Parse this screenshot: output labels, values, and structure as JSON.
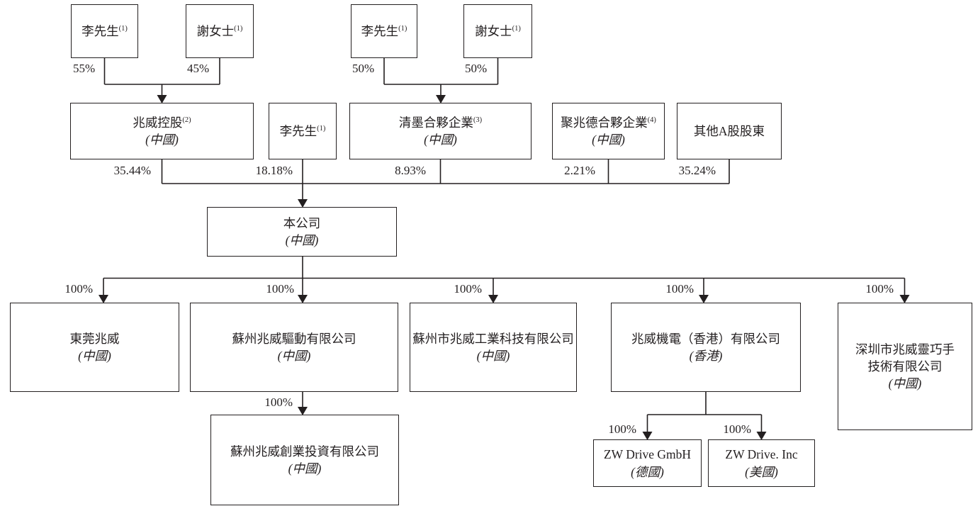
{
  "diagram": {
    "type": "corporate-shareholding-structure",
    "colors": {
      "line": "#231f20",
      "box_border": "#231f20",
      "background": "#ffffff",
      "text": "#231f20"
    },
    "nodes": {
      "li_tl": {
        "label": "李先生",
        "sup": "(1)"
      },
      "xie_tl": {
        "label": "謝女士",
        "sup": "(1)"
      },
      "li_tr": {
        "label": "李先生",
        "sup": "(1)"
      },
      "xie_tr": {
        "label": "謝女士",
        "sup": "(1)"
      },
      "holdings": {
        "label": "兆威控股",
        "sup": "(2)",
        "country": "(中國)"
      },
      "li_mid": {
        "label": "李先生",
        "sup": "(1)"
      },
      "qingmo": {
        "label": "清墨合夥企業",
        "sup": "(3)",
        "country": "(中國)"
      },
      "juzhaode": {
        "label": "聚兆德合夥企業",
        "sup": "(4)",
        "country": "(中國)"
      },
      "other_a": {
        "label": "其他A股股東"
      },
      "company": {
        "label": "本公司",
        "country": "(中國)"
      },
      "dongguan": {
        "label": "東莞兆威",
        "country": "(中國)"
      },
      "suzhou_drive": {
        "label": "蘇州兆威驅動有限公司",
        "country": "(中國)"
      },
      "suzhou_ind": {
        "label": "蘇州市兆威工業科技有限公司",
        "country": "(中國)"
      },
      "hk": {
        "label": "兆威機電（香港）有限公司",
        "country": "(香港)"
      },
      "shenzhen": {
        "label": "深圳市兆威靈巧手",
        "label2": "技術有限公司",
        "country": "(中國)"
      },
      "invest": {
        "label": "蘇州兆威創業投資有限公司",
        "country": "(中國)"
      },
      "zw_gmbh": {
        "label": "ZW Drive GmbH",
        "country": "(德國)"
      },
      "zw_inc": {
        "label": "ZW Drive. Inc",
        "country": "(美國)"
      }
    },
    "ownership": {
      "li_tl": "55%",
      "xie_tl": "45%",
      "li_tr": "50%",
      "xie_tr": "50%",
      "holdings": "35.44%",
      "li_mid": "18.18%",
      "qingmo": "8.93%",
      "juzhaode": "2.21%",
      "other_a": "35.24%",
      "dongguan": "100%",
      "suzhou_drive": "100%",
      "suzhou_ind": "100%",
      "hk": "100%",
      "shenzhen": "100%",
      "invest": "100%",
      "zw_gmbh": "100%",
      "zw_inc": "100%"
    }
  }
}
